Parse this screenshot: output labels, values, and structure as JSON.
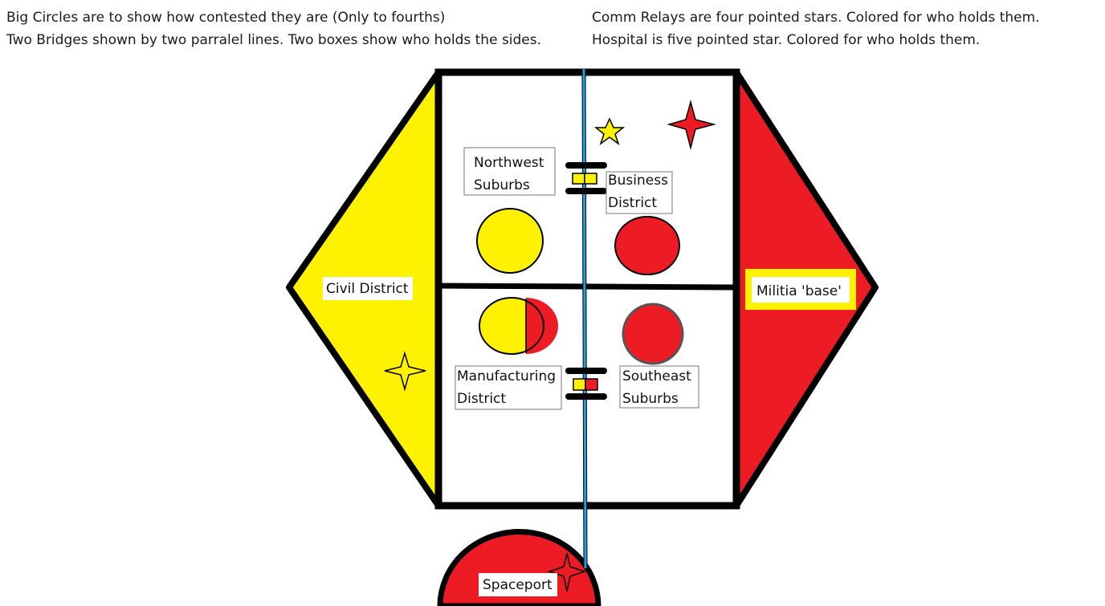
{
  "notes": {
    "left": [
      "Big Circles are to show how contested they are (Only to fourths)",
      "Two Bridges shown by two parralel lines. Two boxes show who holds the sides."
    ],
    "right": [
      "Comm Relays are four pointed stars. Colored for who holds them.",
      "Hospital is five pointed star. Colored for who holds them."
    ]
  },
  "colors": {
    "yellow_faction": "#fff200",
    "red_faction": "#ed1c24",
    "border": "#000000",
    "river": "#1e9fe0"
  },
  "regions": {
    "civil_district": "Civil District",
    "militia_base": "Militia 'base'",
    "northwest_suburbs": [
      "Northwest",
      "Suburbs"
    ],
    "business_district": [
      "Business",
      "District"
    ],
    "manufacturing_district": [
      "Manufacturing",
      "District"
    ],
    "southeast_suburbs": [
      "Southeast",
      "Suburbs"
    ],
    "spaceport": "Spaceport"
  },
  "control": {
    "northwest_suburbs_yellow_fraction": 1.0,
    "business_district_red_fraction": 1.0,
    "manufacturing_district_yellow_fraction": 0.75,
    "manufacturing_district_red_fraction": 0.25,
    "southeast_suburbs_red_fraction": 1.0,
    "north_bridge_holders": [
      "yellow",
      "yellow"
    ],
    "south_bridge_holders": [
      "yellow",
      "red"
    ],
    "hospital_holder": "yellow",
    "comm_relay_business_holder": "red",
    "comm_relay_civil_holder": "yellow",
    "comm_relay_spaceport_holder": "red"
  }
}
